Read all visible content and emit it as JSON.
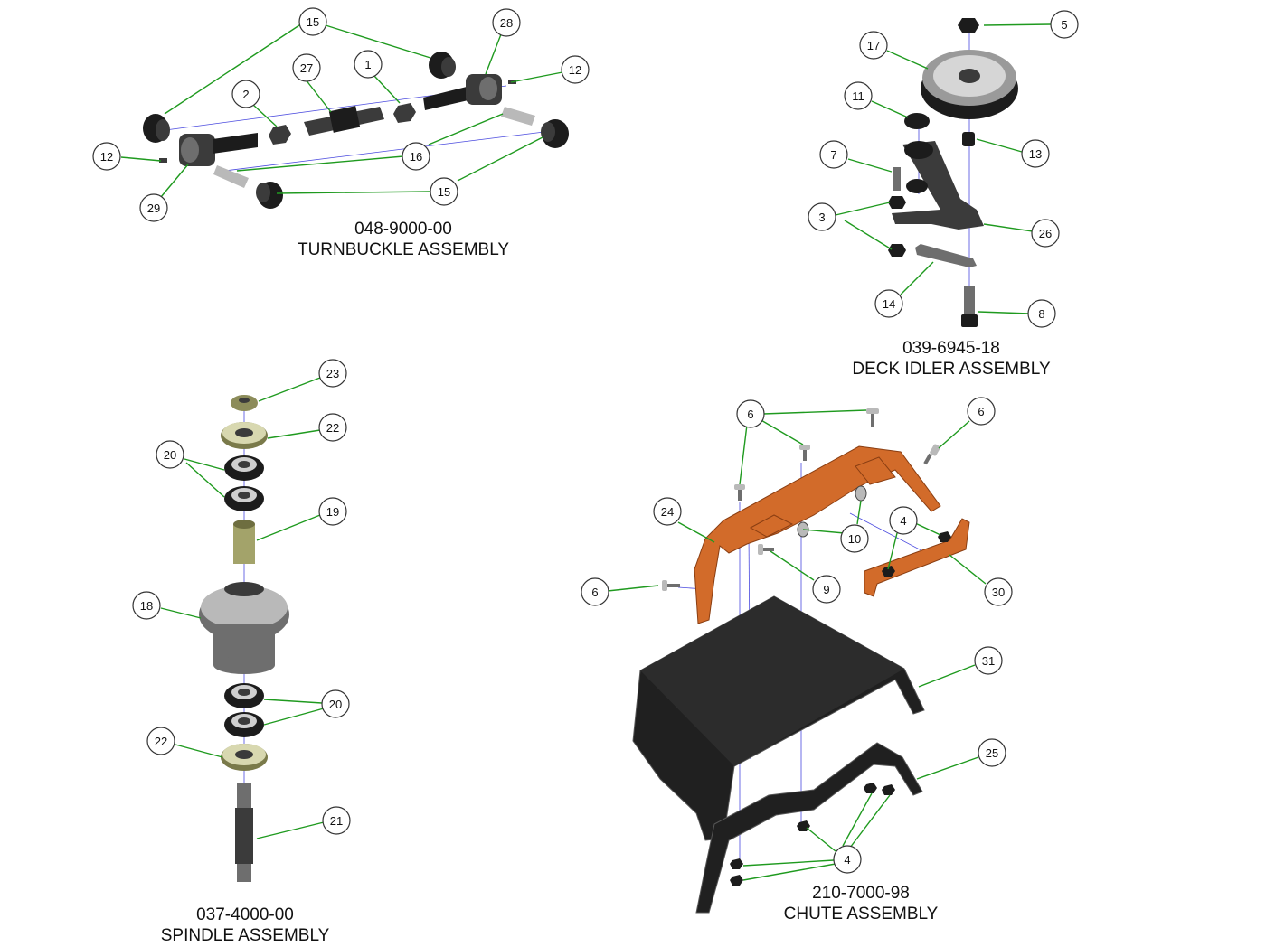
{
  "assemblies": {
    "turnbuckle": {
      "number": "048-9000-00",
      "name": "TURNBUCKLE ASSEMBLY"
    },
    "deck_idler": {
      "number": "039-6945-18",
      "name": "DECK IDLER ASSEMBLY"
    },
    "spindle": {
      "number": "037-4000-00",
      "name": "SPINDLE ASSEMBLY"
    },
    "chute": {
      "number": "210-7000-98",
      "name": "CHUTE ASSEMBLY"
    }
  },
  "callouts": {
    "tb_15a": "15",
    "tb_28": "28",
    "tb_27": "27",
    "tb_1": "1",
    "tb_2": "2",
    "tb_12a": "12",
    "tb_12b": "12",
    "tb_16": "16",
    "tb_15b": "15",
    "tb_29": "29",
    "di_5": "5",
    "di_17": "17",
    "di_11": "11",
    "di_13": "13",
    "di_7": "7",
    "di_3": "3",
    "di_26": "26",
    "di_14": "14",
    "di_8": "8",
    "sp_23": "23",
    "sp_22a": "22",
    "sp_20a": "20",
    "sp_19": "19",
    "sp_18": "18",
    "sp_20b": "20",
    "sp_22b": "22",
    "sp_21": "21",
    "ch_6a": "6",
    "ch_6b": "6",
    "ch_24": "24",
    "ch_4a": "4",
    "ch_10": "10",
    "ch_9": "9",
    "ch_6c": "6",
    "ch_30": "30",
    "ch_31": "31",
    "ch_25": "25",
    "ch_4b": "4"
  },
  "colors": {
    "leader": "#1f9a1f",
    "bracket": "#d26b2a",
    "axis": "#4a4adf"
  }
}
